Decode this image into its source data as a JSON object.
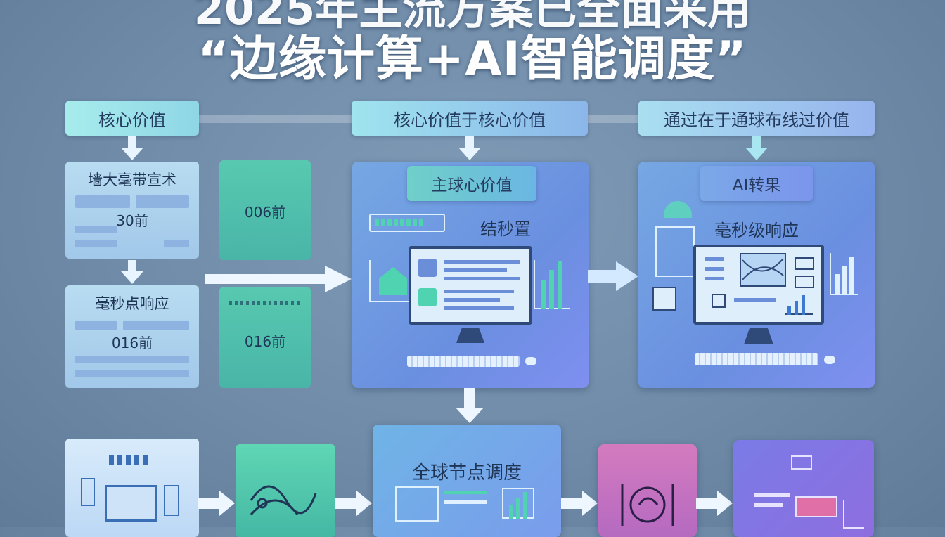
{
  "title_top": "2025年主流方案已全面采用",
  "title_main": "“边缘计算+AI智能调度”",
  "col1": {
    "header": "核心价值",
    "card1": {
      "title": "墙大毫带宣术",
      "value": "30前"
    },
    "card2": {
      "title": "毫秒点响应",
      "value": "016前"
    }
  },
  "col2": {
    "card1_value": "006前",
    "card2_value": "016前"
  },
  "col3": {
    "header": "核心价值于核心价值",
    "panel_title": "主球心价值",
    "panel_sub": "结秒置"
  },
  "col4": {
    "header": "通过在于通球布线过价值",
    "panel_title": "AI转果",
    "panel_sub": "毫秒级响应"
  },
  "bottom": {
    "center_title": "全球节点调度"
  },
  "colors": {
    "accent_teal": "#4fd3b0",
    "panel_blue": "#6a8fe0",
    "label_cyan": "#9fe0e4",
    "pink": "#cf6fb0",
    "violet": "#7d6de0"
  }
}
